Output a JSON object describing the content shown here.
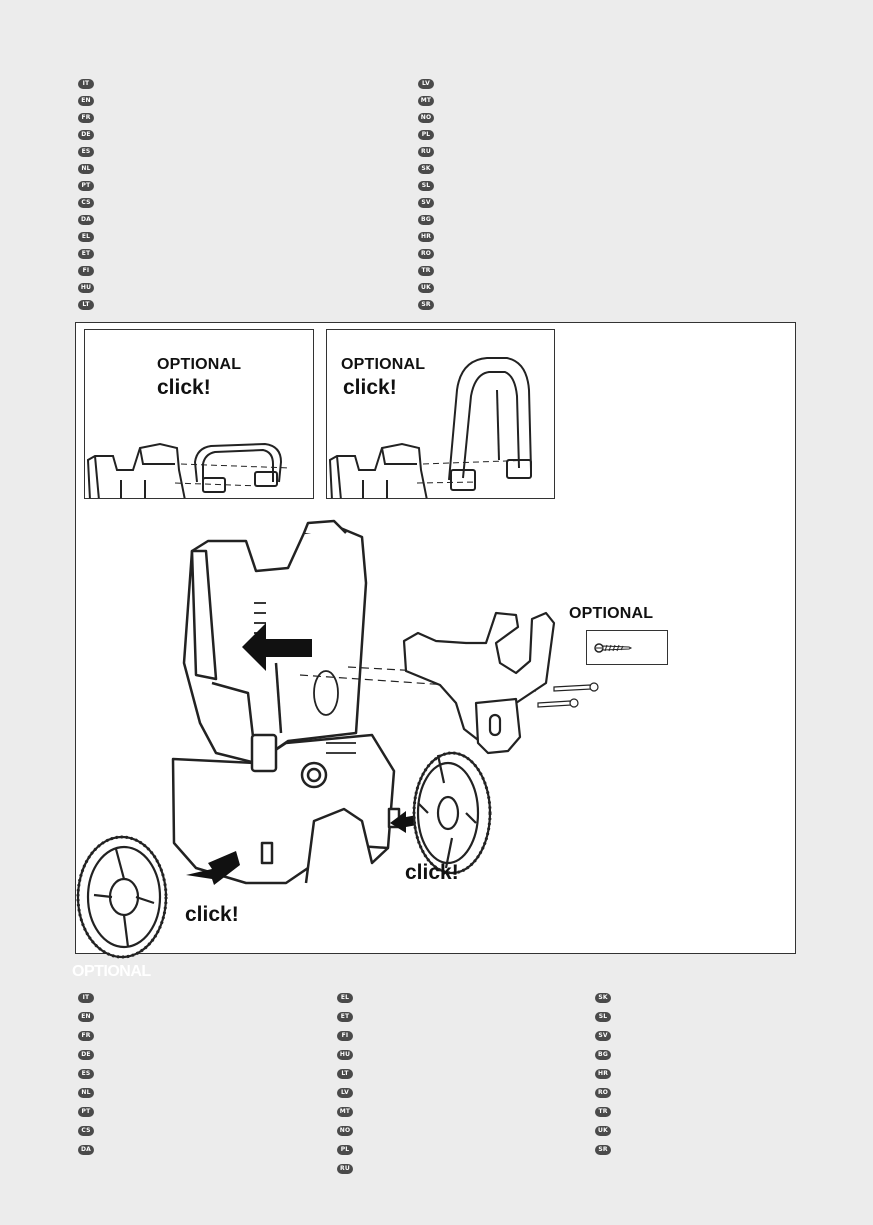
{
  "languages_top": {
    "left": [
      "IT",
      "EN",
      "FR",
      "DE",
      "ES",
      "NL",
      "PT",
      "CS",
      "DA",
      "EL",
      "ET",
      "FI",
      "HU",
      "LT"
    ],
    "right": [
      "LV",
      "MT",
      "NO",
      "PL",
      "RU",
      "SK",
      "SL",
      "SV",
      "BG",
      "HR",
      "RO",
      "TR",
      "UK",
      "SR"
    ]
  },
  "figure": {
    "panel1": {
      "optional": "OPTIONAL",
      "click": "click!"
    },
    "panel2": {
      "optional": "OPTIONAL",
      "click": "click!"
    },
    "bracket_optional": "OPTIONAL",
    "wheel_right_click": "click!",
    "wheel_left_click": "click!"
  },
  "optional_heading": "OPTIONAL",
  "languages_bottom": {
    "col1": [
      "IT",
      "EN",
      "FR",
      "DE",
      "ES",
      "NL",
      "PT",
      "CS",
      "DA"
    ],
    "col2": [
      "EL",
      "ET",
      "FI",
      "HU",
      "LT",
      "LV",
      "MT",
      "NO",
      "PL",
      "RU"
    ],
    "col3": [
      "SK",
      "SL",
      "SV",
      "BG",
      "HR",
      "RO",
      "TR",
      "UK",
      "SR"
    ]
  }
}
